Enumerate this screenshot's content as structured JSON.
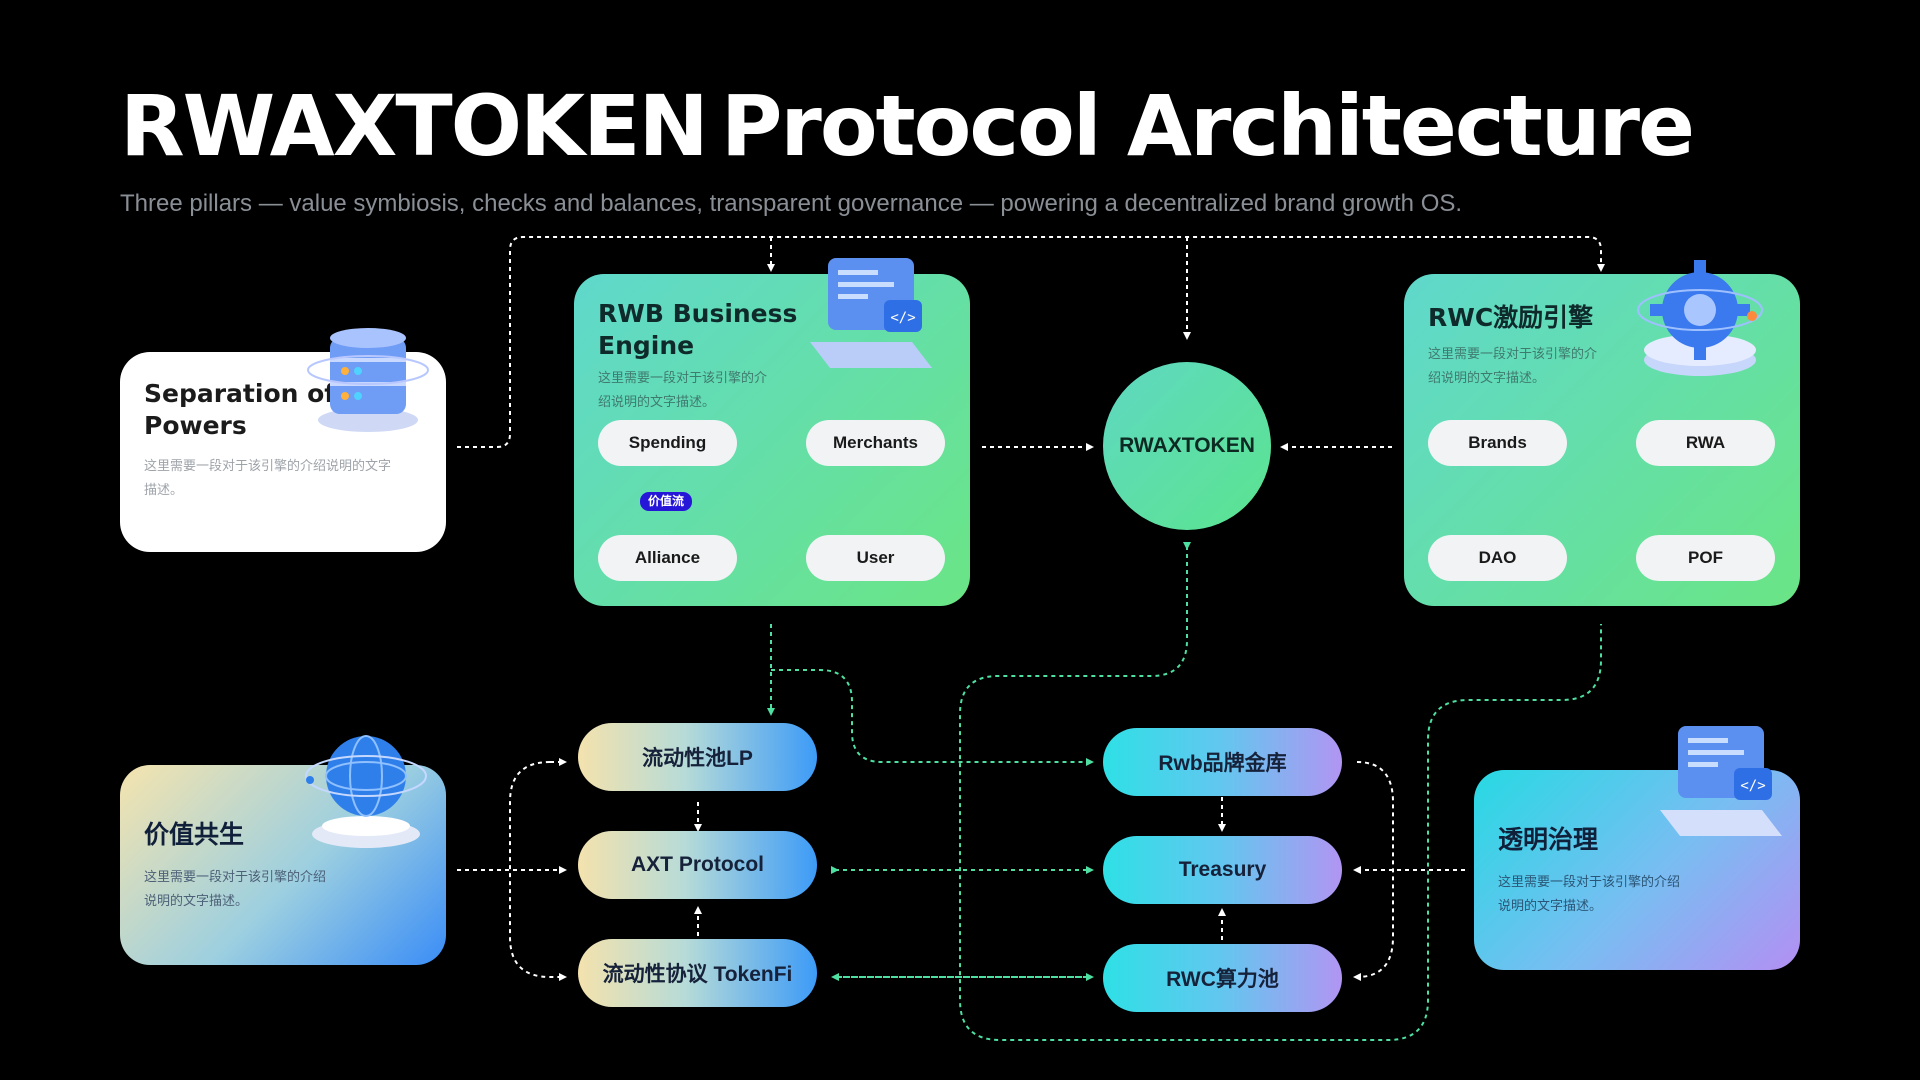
{
  "title": {
    "part1": "RWAXTOKEN",
    "part2": "Protocol Architecture"
  },
  "subtitle": "Three pillars — value symbiosis, checks and balances, transparent governance — powering a decentralized brand growth OS.",
  "separation": {
    "title_line1": "Separation of",
    "title_line2": "Powers",
    "desc_line1": "这里需要一段对于该引擎的介绍说明的文字",
    "desc_line2": "描述。"
  },
  "rwb": {
    "title_line1": "RWB Business",
    "title_line2": "Engine",
    "desc_line1": "这里需要一段对于该引擎的介",
    "desc_line2": "绍说明的文字描述。",
    "nodes": {
      "spending": "Spending",
      "merchants": "Merchants",
      "alliance": "Alliance",
      "user": "User"
    },
    "badge": "价值流"
  },
  "center": "RWAXTOKEN",
  "rwc": {
    "title": "RWC激励引擎",
    "desc_line1": "这里需要一段对于该引擎的介",
    "desc_line2": "绍说明的文字描述。",
    "nodes": {
      "brands": "Brands",
      "rwa": "RWA",
      "dao": "DAO",
      "pof": "POF"
    }
  },
  "value": {
    "title": "价值共生",
    "desc_line1": "这里需要一段对于该引擎的介绍",
    "desc_line2": "说明的文字描述。"
  },
  "transparent": {
    "title": "透明治理",
    "desc_line1": "这里需要一段对于该引擎的介绍",
    "desc_line2": "说明的文字描述。"
  },
  "left_pills": {
    "lp": "流动性池LP",
    "axt": "AXT Protocol",
    "tokenfi": "流动性协议 TokenFi"
  },
  "right_pills": {
    "vault": "Rwb品牌金库",
    "treasury": "Treasury",
    "pool": "RWC算力池"
  },
  "colors": {
    "mint_start": "#59dcc6",
    "mint_end": "#6ae585",
    "circle": "#58d9a6",
    "wire_white": "#ffffff",
    "wire_green": "#4ee0a0",
    "badge": "#2616d8"
  },
  "icons": {
    "separation": "database-icon",
    "rwb": "code-laptop-icon",
    "rwc": "gear-icon",
    "value": "globe-icon",
    "transparent": "code-laptop-icon"
  }
}
